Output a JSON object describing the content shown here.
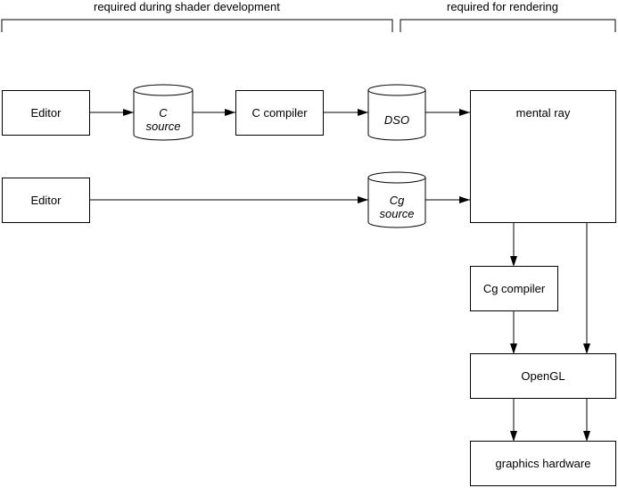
{
  "headers": {
    "development": "required during shader development",
    "rendering": "required for rendering"
  },
  "boxes": {
    "editor_c": "Editor",
    "c_compiler": "C compiler",
    "mental_ray": "mental ray",
    "editor_cg": "Editor",
    "cg_compiler": "Cg compiler",
    "opengl": "OpenGL",
    "graphics_hardware": "graphics hardware"
  },
  "stores": {
    "c_source": [
      "C",
      "source"
    ],
    "dso": [
      "DSO"
    ],
    "cg_source": [
      "Cg",
      "source"
    ]
  }
}
